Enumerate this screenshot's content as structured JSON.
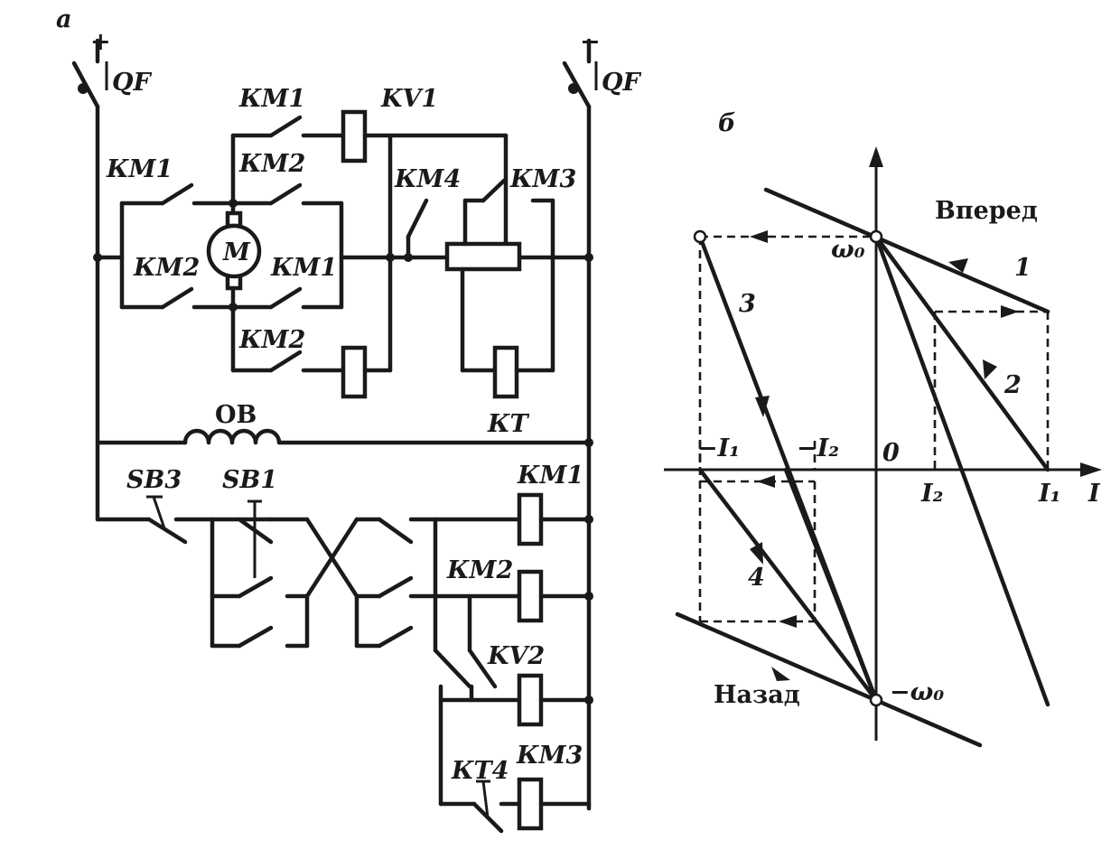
{
  "panel_a": {
    "letter": "а",
    "plus": "+",
    "minus": "−",
    "qf": "QF",
    "motor": "M",
    "ob": "ОВ",
    "labels": {
      "km1_top": "КМ1",
      "kv1": "KV1",
      "km1_left": "КМ1",
      "km2_top": "КМ2",
      "km4": "КМ4",
      "km3_top": "КМ3",
      "km2_left": "КМ2",
      "km1_right": "КМ1",
      "km2_bottom": "КМ2",
      "kt": "КТ",
      "sb3": "SB3",
      "sb1": "SB1",
      "km1_coil": "КМ1",
      "km2_coil": "КМ2",
      "kv2": "KV2",
      "kt4": "КТ4",
      "km3_coil": "КМ3"
    }
  },
  "panel_b": {
    "letter": "б",
    "forward": "Вперед",
    "backward": "Назад",
    "omega0": "ω₀",
    "neg_omega0": "−ω₀",
    "zero": "0",
    "i_axis": "I",
    "i1": "I₁",
    "i2": "I₂",
    "neg_i1": "−I₁",
    "neg_i2": "−I₂",
    "curve_labels": [
      "1",
      "2",
      "3",
      "4"
    ]
  }
}
